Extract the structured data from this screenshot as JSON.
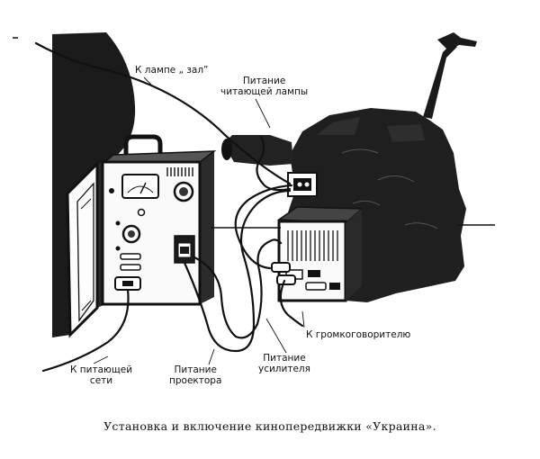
{
  "labels": {
    "hall_lamp": "К лампе „ зал”",
    "reading_lamp_line1": "Питание",
    "reading_lamp_line2": "читающей лампы",
    "loudspeaker": "К громкоговорителю",
    "mains_line1": "К питающей",
    "mains_line2": "сети",
    "projector_line1": "Питание",
    "projector_line2": "проектора",
    "amplifier_line1": "Питание",
    "amplifier_line2": "усилителя"
  },
  "caption": "Установка и включение кинопередвижки «Украина»."
}
